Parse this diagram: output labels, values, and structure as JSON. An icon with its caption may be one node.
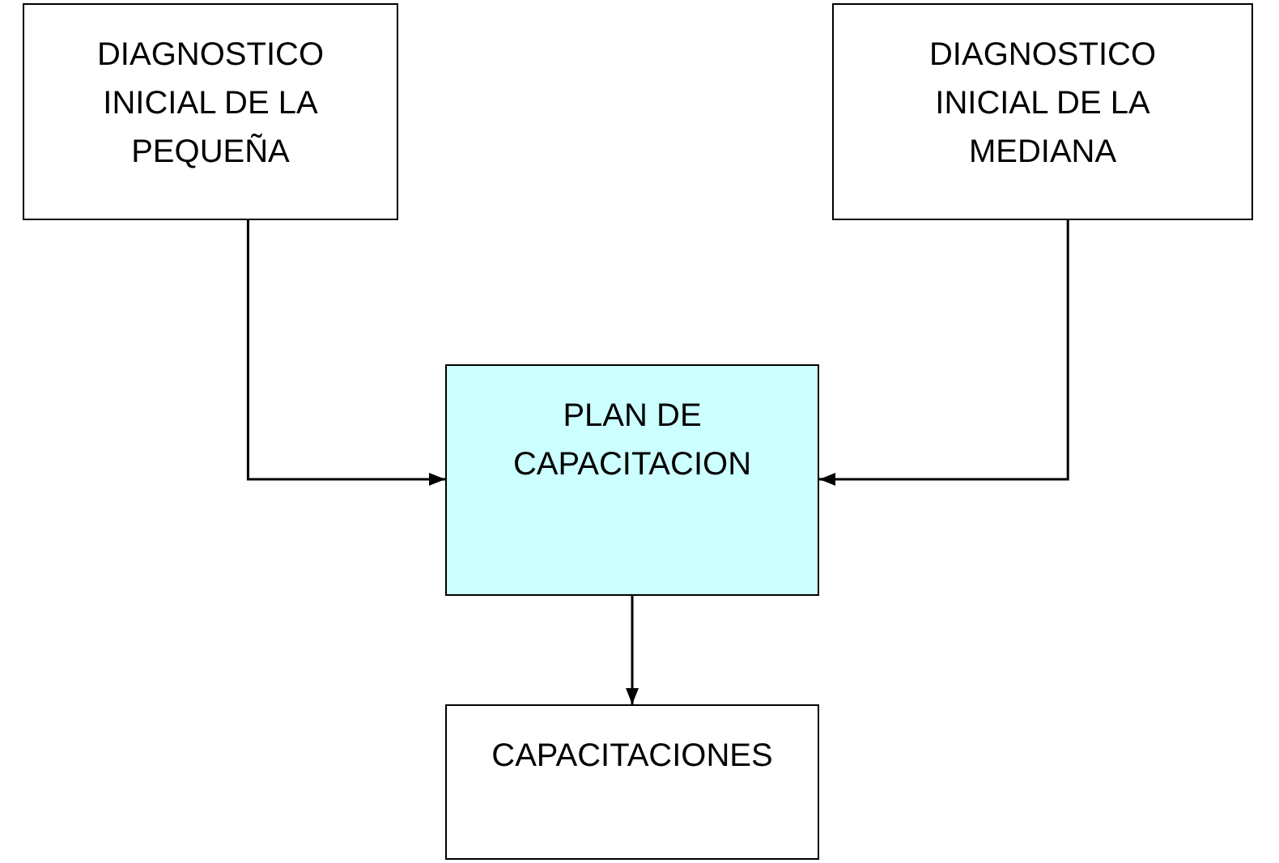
{
  "diagram": {
    "nodes": [
      {
        "text": [
          "DIAGNOSTICO INICIAL DE LA PEQUEÑA"
        ]
      },
      {
        "text": [
          "DIAGNOSTICO INICIAL DE LA MEDIANA"
        ]
      },
      {
        "text": [
          "PLAN DE CAPACITACION"
        ]
      },
      {
        "text": [
          "CAPACITACIONES"
        ]
      }
    ],
    "edges": [
      {
        "from": 0,
        "to": 2,
        "arrow": "to"
      },
      {
        "from": 1,
        "to": 2,
        "arrow": "to"
      },
      {
        "from": 2,
        "to": 3,
        "arrow": "to"
      }
    ]
  }
}
